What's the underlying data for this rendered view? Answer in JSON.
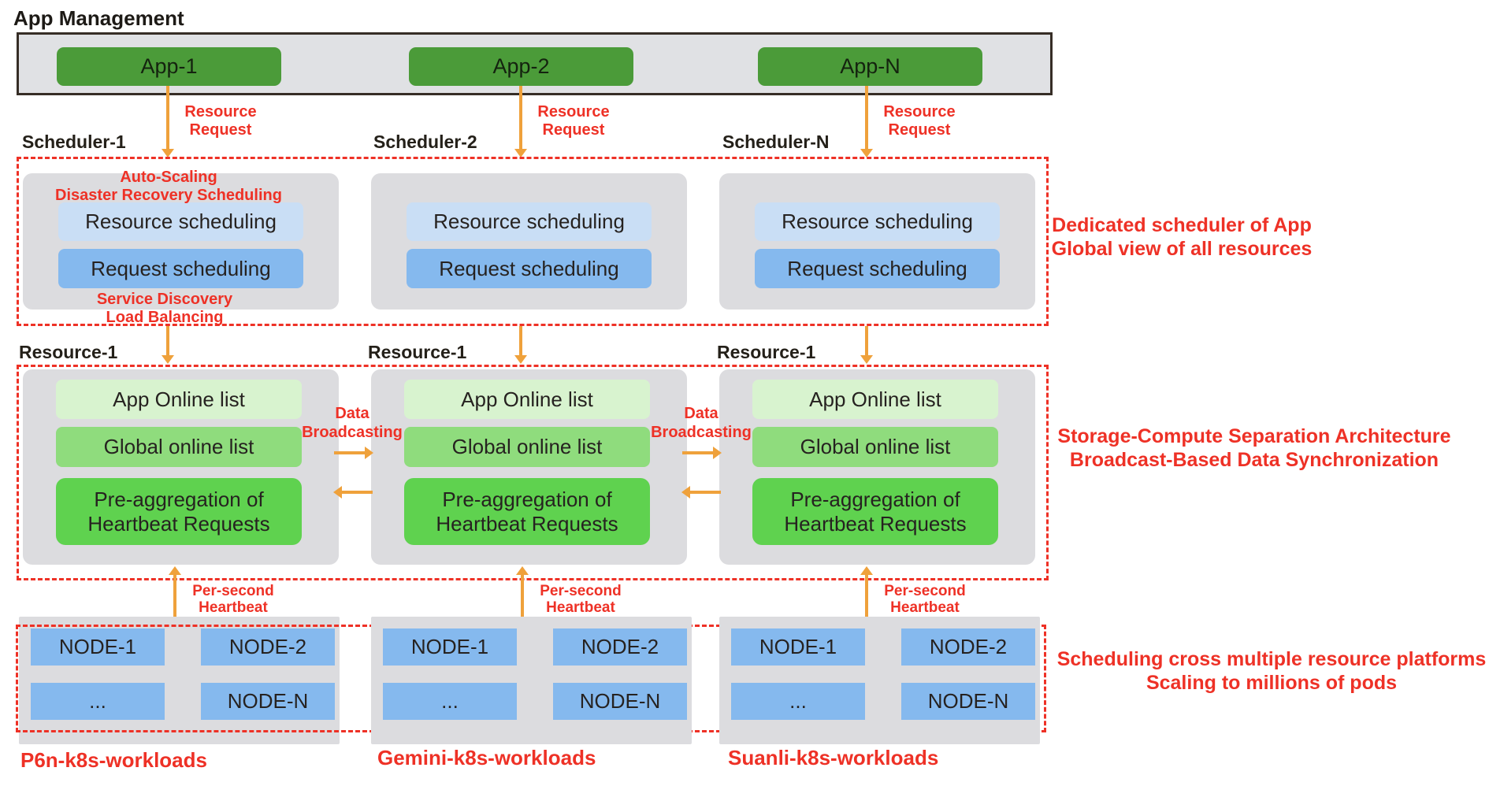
{
  "title": "App Management",
  "palette": {
    "red": "#ee3126",
    "orange": "#efa13b",
    "app_green": "#4b9b39",
    "card_gray": "#dcdcdf",
    "box_gray": "#e0e1e4",
    "light_blue": "#c9def5",
    "blue": "#85b9ee",
    "pale_green": "#d8f3cf",
    "mid_green": "#8fdc7d",
    "strong_green": "#5fd24f"
  },
  "app_row": {
    "apps": [
      "App-1",
      "App-2",
      "App-N"
    ]
  },
  "labels": {
    "resource_request": [
      "Resource",
      "Request"
    ],
    "per_second": [
      "Per-second",
      "Heartbeat"
    ],
    "data_broadcasting": [
      "Data",
      "Broadcasting"
    ]
  },
  "scheduler": {
    "titles": [
      "Scheduler-1",
      "Scheduler-2",
      "Scheduler-N"
    ],
    "buttons": [
      "Resource scheduling",
      "Request scheduling"
    ],
    "top_note": [
      "Auto-Scaling",
      "Disaster Recovery Scheduling"
    ],
    "bottom_note": [
      "Service Discovery",
      "Load Balancing"
    ],
    "side_note": [
      "Dedicated scheduler of App",
      "Global view of all resources"
    ]
  },
  "resource": {
    "titles": [
      "Resource-1",
      "Resource-1",
      "Resource-1"
    ],
    "buttons": [
      "App Online list",
      "Global online list"
    ],
    "pre_aggregation": [
      "Pre-aggregation of",
      "Heartbeat Requests"
    ],
    "side_note": [
      "Storage-Compute Separation Architecture",
      "Broadcast-Based Data Synchronization"
    ]
  },
  "nodes": {
    "row1": [
      "NODE-1",
      "NODE-2"
    ],
    "row2": [
      "...",
      "NODE-N"
    ],
    "workloads": [
      "P6n-k8s-workloads",
      "Gemini-k8s-workloads",
      "Suanli-k8s-workloads"
    ],
    "side_note": [
      "Scheduling cross multiple resource platforms",
      "Scaling to millions of pods"
    ]
  }
}
